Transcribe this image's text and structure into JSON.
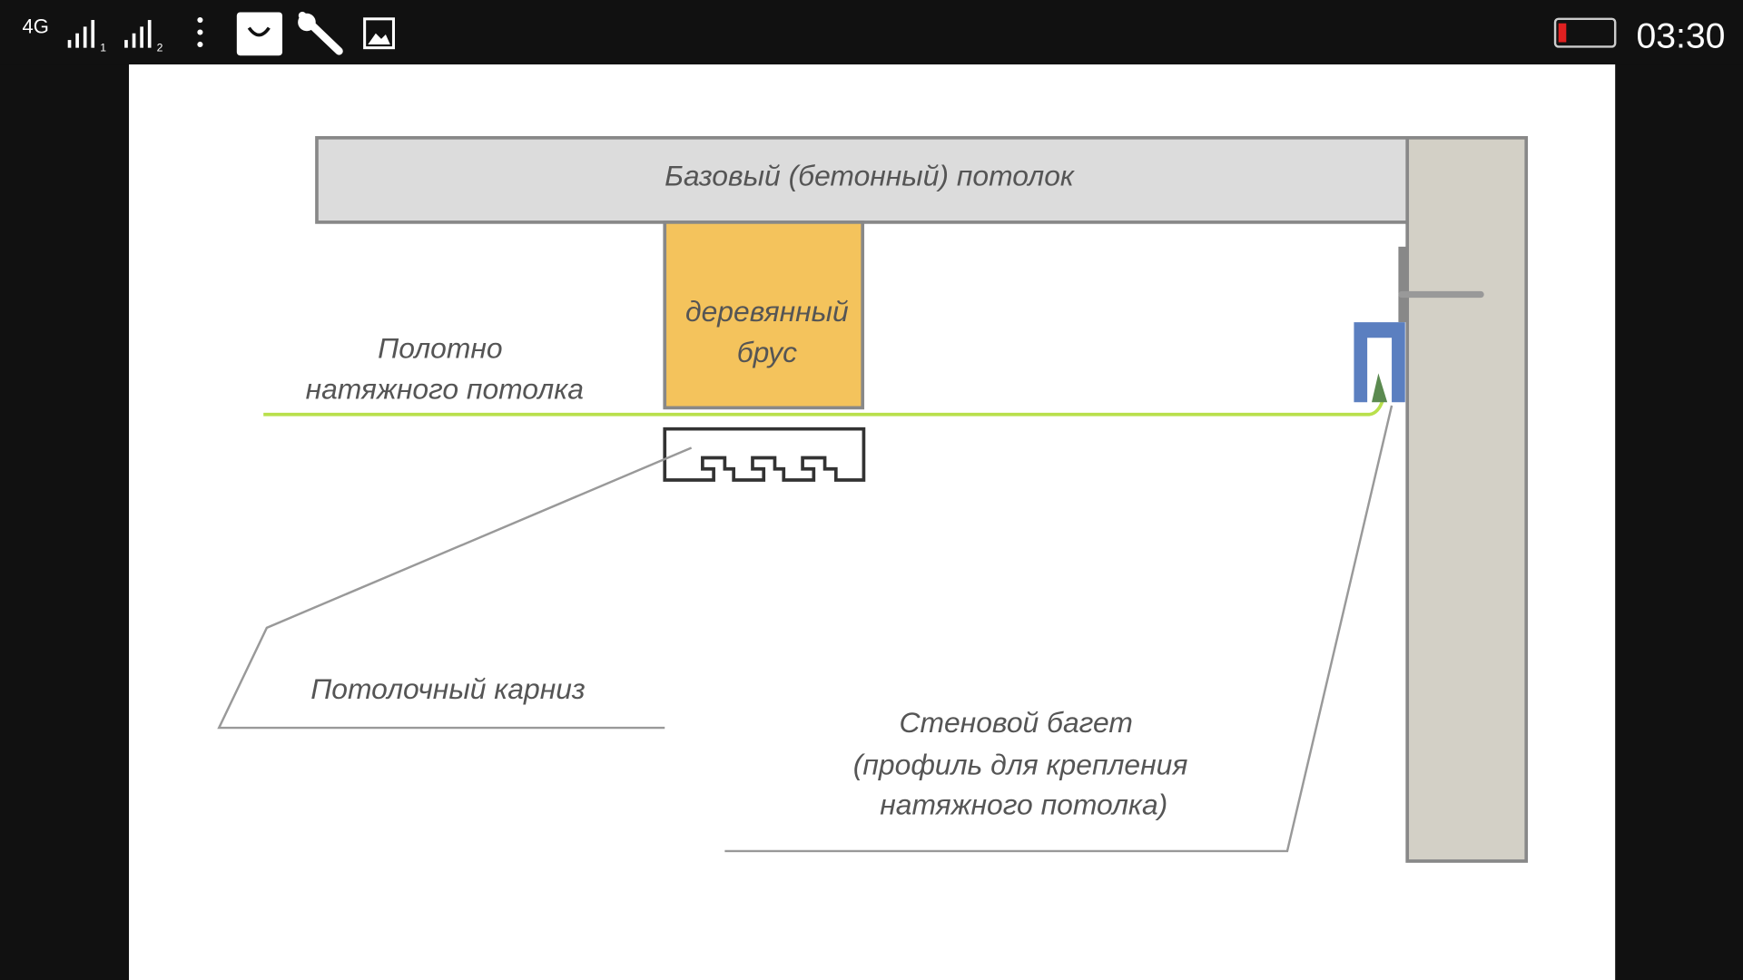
{
  "status_bar": {
    "network": "4G",
    "sim1": "1",
    "sim2": "2",
    "time": "03:30",
    "battery_color": "#e02020",
    "icons": [
      "signal-icon",
      "signal-icon",
      "more-icon",
      "shopping-bag-icon",
      "wrench-icon",
      "image-icon",
      "battery-icon"
    ]
  },
  "diagram": {
    "ceiling_label": "Базовый (бетонный) потолок",
    "beam_label_1": "деревянный",
    "beam_label_2": "брус",
    "canvas_label_1": "Полотно",
    "canvas_label_2": "натяжного потолка",
    "cornice_label": "Потолочный карниз",
    "baguette_label_1": "Стеновой багет",
    "baguette_label_2": "(профиль для крепления",
    "baguette_label_3": "натяжного потолка)",
    "colors": {
      "ceiling": "#dcdcdc",
      "wall": "#d3d0c6",
      "beam": "#f4c35c",
      "canvas_line": "#b9e04c",
      "baguette": "#5b7fc0"
    }
  }
}
